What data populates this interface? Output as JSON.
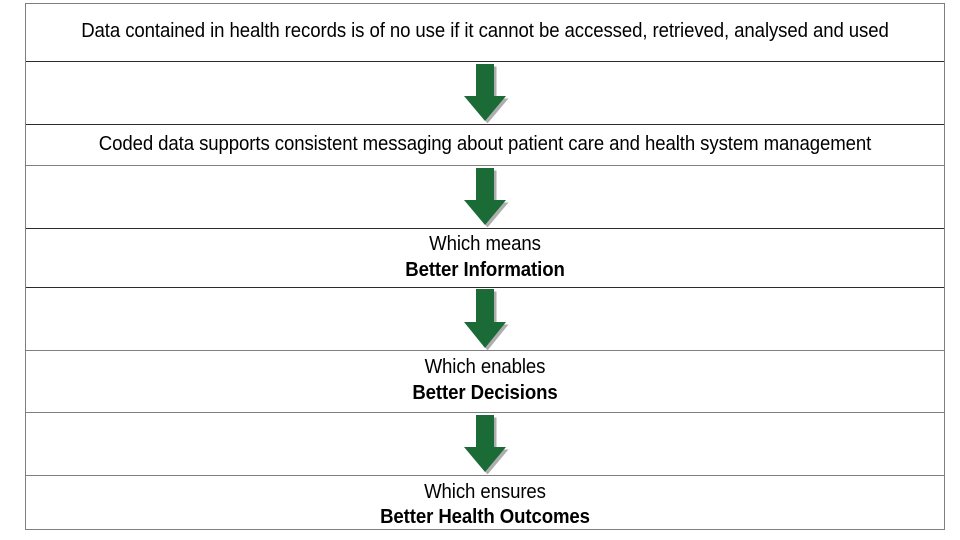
{
  "diagram": {
    "title": "Coded data value chain flowchart",
    "arrow_icon": "down-block-arrow-icon",
    "arrow_color": "#1a6b36",
    "arrow_shadow_color": "#a6a6a6",
    "border_color": "#7f7f7f",
    "background": "#ffffff",
    "text_color": "#000000",
    "rows": [
      {
        "kind": "text",
        "name": "statement-cell",
        "lines": [
          {
            "text": "Data contained in health records is of no use if it cannot be accessed, retrieved, analysed and used",
            "bold": false
          }
        ]
      },
      {
        "kind": "arrow",
        "name": "arrow-cell-1"
      },
      {
        "kind": "text",
        "name": "coded-data-cell",
        "lines": [
          {
            "text": "Coded data supports consistent messaging about patient care and health system management",
            "bold": false
          }
        ]
      },
      {
        "kind": "arrow",
        "name": "arrow-cell-2"
      },
      {
        "kind": "text",
        "name": "better-information-cell",
        "lines": [
          {
            "text": "Which means",
            "bold": false
          },
          {
            "text": "Better Information",
            "bold": true
          }
        ]
      },
      {
        "kind": "arrow",
        "name": "arrow-cell-3"
      },
      {
        "kind": "text",
        "name": "better-decisions-cell",
        "lines": [
          {
            "text": "Which enables",
            "bold": false
          },
          {
            "text": "Better Decisions",
            "bold": true
          }
        ]
      },
      {
        "kind": "arrow",
        "name": "arrow-cell-4"
      },
      {
        "kind": "text",
        "name": "better-outcomes-cell",
        "lines": [
          {
            "text": "Which ensures",
            "bold": false
          },
          {
            "text": "Better Health Outcomes",
            "bold": true
          }
        ]
      }
    ]
  },
  "content": {
    "statement_line1": "Data contained in health records is of no use if it cannot be accessed, retrieved, analysed and",
    "statement_line2": "used",
    "statement_full": "Data contained in health records is of no use if it cannot be accessed, retrieved, analysed and used",
    "coded_data": "Coded data supports consistent messaging about patient care and health system management",
    "means_lead": "Which means",
    "means_bold": "Better Information",
    "enables_lead": "Which enables",
    "enables_bold": "Better Decisions",
    "ensures_lead": "Which ensures",
    "ensures_bold": "Better Health Outcomes"
  }
}
